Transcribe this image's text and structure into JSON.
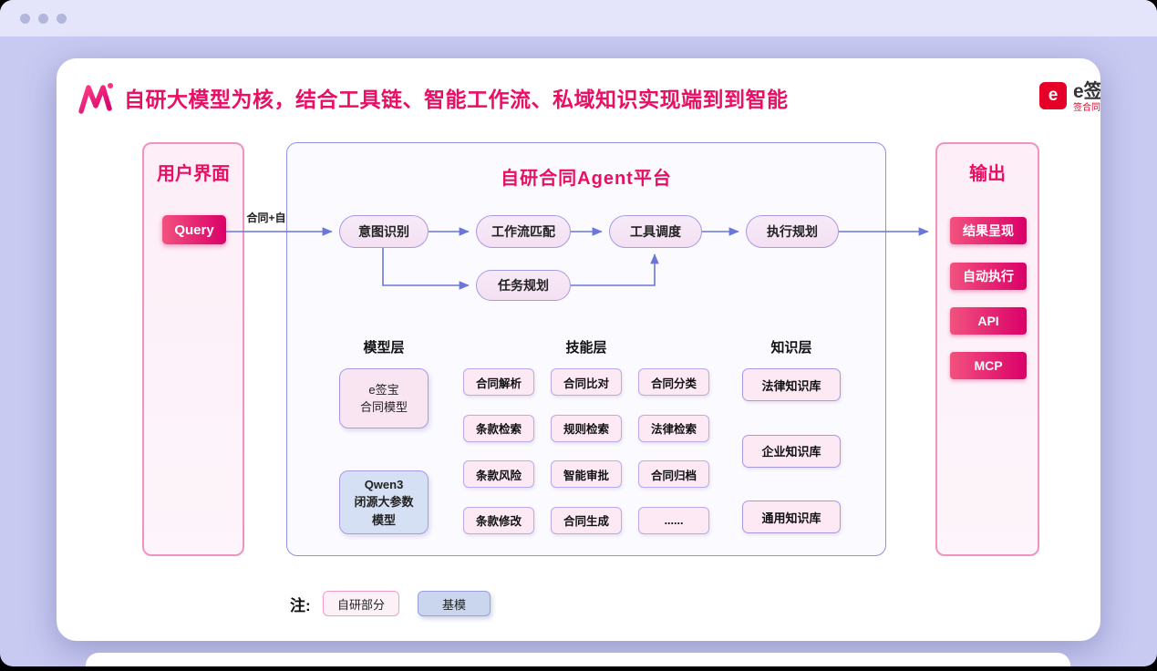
{
  "header": {
    "title": "自研大模型为核，结合工具链、智能工作流、私域知识实现端到到智能",
    "brand": {
      "icon": "e",
      "name": "e签",
      "sub": "签合同"
    }
  },
  "user_panel": {
    "title": "用户界面",
    "query": "Query"
  },
  "flow": {
    "input_label": "合同+自然语言",
    "steps": [
      "意图识别",
      "工作流匹配",
      "工具调度",
      "执行规划"
    ],
    "branch": "任务规划"
  },
  "agent_panel": {
    "title": "自研合同Agent平台",
    "layers": {
      "model": {
        "heading": "模型层",
        "boxes": [
          {
            "type": "self",
            "lines": [
              "e签宝",
              "合同模型"
            ]
          },
          {
            "type": "base",
            "lines": [
              "Qwen3",
              "闭源大参数",
              "模型"
            ]
          }
        ]
      },
      "skill": {
        "heading": "技能层",
        "items": [
          "合同解析",
          "合同比对",
          "合同分类",
          "条款检索",
          "规则检索",
          "法律检索",
          "条款风险",
          "智能审批",
          "合同归档",
          "条款修改",
          "合同生成",
          "......"
        ]
      },
      "knowledge": {
        "heading": "知识层",
        "items": [
          "法律知识库",
          "企业知识库",
          "通用知识库"
        ]
      }
    }
  },
  "output_panel": {
    "title": "输出",
    "items": [
      "结果呈现",
      "自动执行",
      "API",
      "MCP"
    ]
  },
  "legend": {
    "label": "注:",
    "items": [
      {
        "type": "self",
        "text": "自研部分"
      },
      {
        "type": "base",
        "text": "基模"
      }
    ]
  },
  "colors": {
    "accent": "#ea0f64",
    "arrow": "#6c76d9",
    "self_fill": "#fdeff7",
    "base_fill": "#d6e0f4",
    "brand_red": "#e60027"
  }
}
